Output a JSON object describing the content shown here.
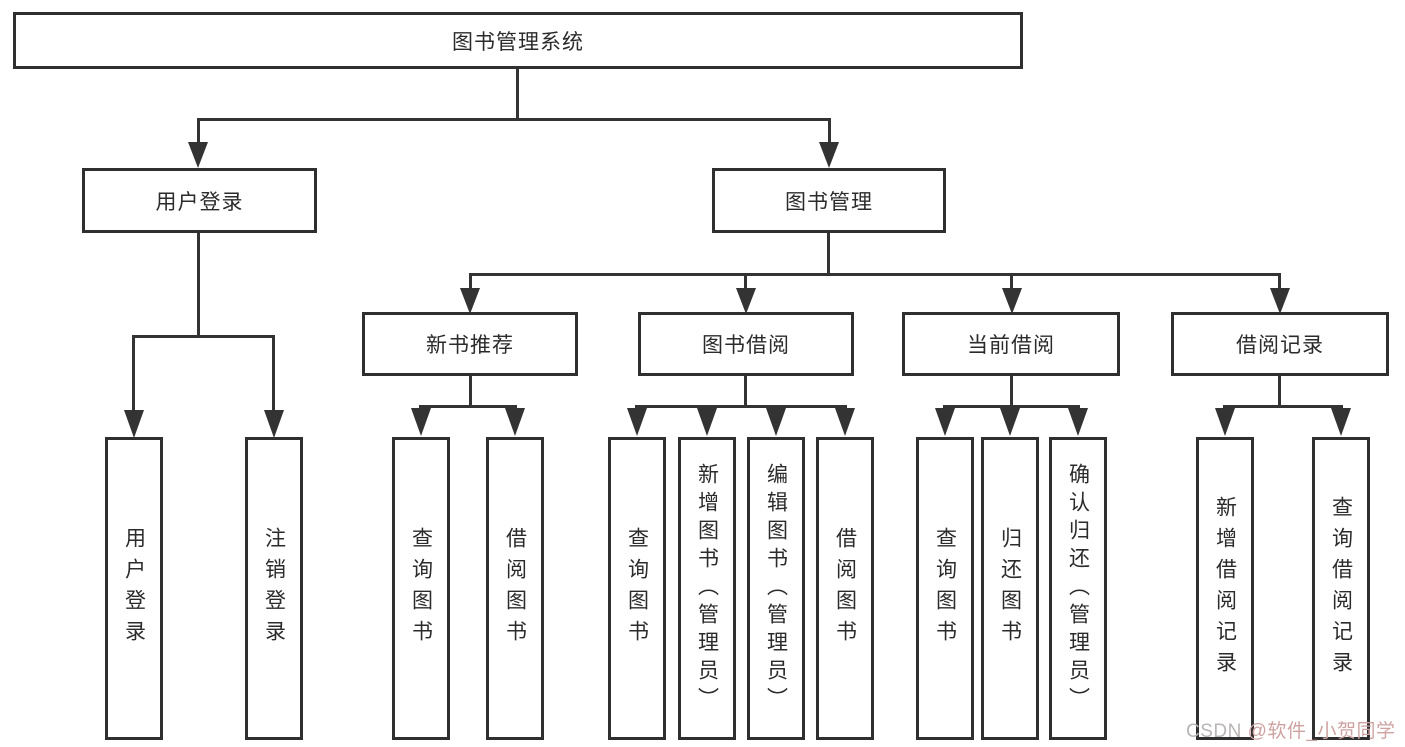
{
  "nodes": {
    "system": "图书管理系统",
    "user_login": "用户登录",
    "book_management": "图书管理",
    "login": "用户登录",
    "logout": "注销登录",
    "new_book_recommend": "新书推荐",
    "book_borrow": "图书借阅",
    "current_borrow": "当前借阅",
    "borrow_records": "借阅记录",
    "nb_query_book": "查询图书",
    "nb_borrow_book": "借阅图书",
    "bb_query_book": "查询图书",
    "bb_add_book": "新增图书（管理员）",
    "bb_edit_book": "编辑图书（管理员）",
    "bb_borrow_book": "借阅图书",
    "cb_query_book": "查询图书",
    "cb_return_book": "归还图书",
    "cb_confirm_return": "确认归还（管理员）",
    "br_add_record": "新增借阅记录",
    "br_query_record": "查询借阅记录"
  },
  "watermark": {
    "prefix": "CSDN ",
    "user": "@软件_小贺同学"
  },
  "colors": {
    "line": "#333333",
    "box_border": "#2f2f2f",
    "text": "#2b2b2b",
    "background": "#ffffff",
    "watermark_prefix": "#b9b5b5",
    "watermark_user": "#cfa2a2"
  }
}
